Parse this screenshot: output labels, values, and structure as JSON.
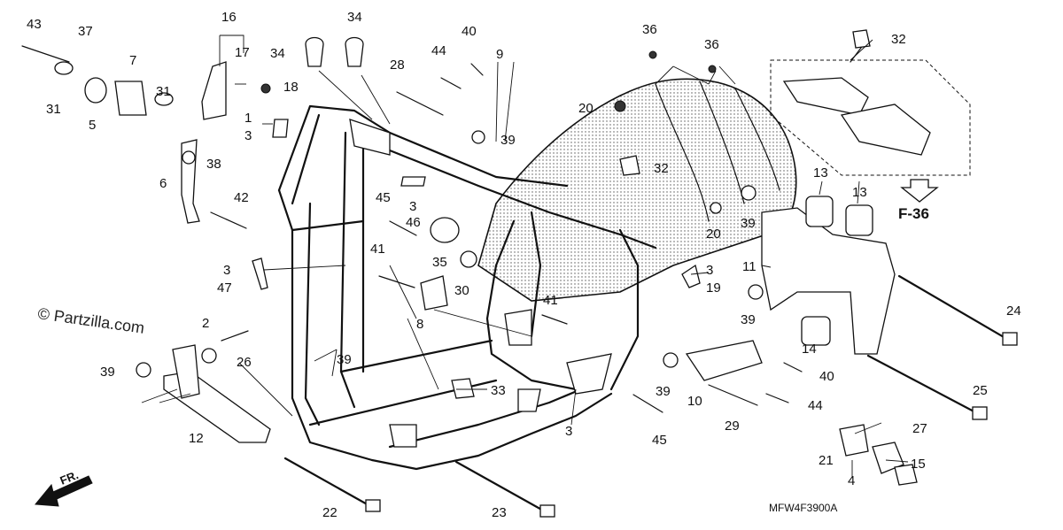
{
  "diagram": {
    "callouts": [
      "43",
      "37",
      "7",
      "31",
      "5",
      "31",
      "6",
      "38",
      "42",
      "16",
      "17",
      "18",
      "1",
      "3",
      "34",
      "34",
      "28",
      "44",
      "40",
      "9",
      "39",
      "36",
      "36",
      "20",
      "32",
      "32",
      "3",
      "46",
      "45",
      "35",
      "41",
      "30",
      "20",
      "13",
      "13",
      "39",
      "11",
      "39",
      "14",
      "24",
      "3",
      "19",
      "41",
      "8",
      "3",
      "47",
      "2",
      "26",
      "39",
      "39",
      "33",
      "3",
      "12",
      "22",
      "23",
      "39",
      "10",
      "45",
      "29",
      "40",
      "44",
      "25",
      "27",
      "21",
      "15",
      "4"
    ],
    "reference_tag": "F-36",
    "drawing_code": "MFW4F3900A",
    "watermark": "© Partzilla.com",
    "direction_label": "FR."
  }
}
